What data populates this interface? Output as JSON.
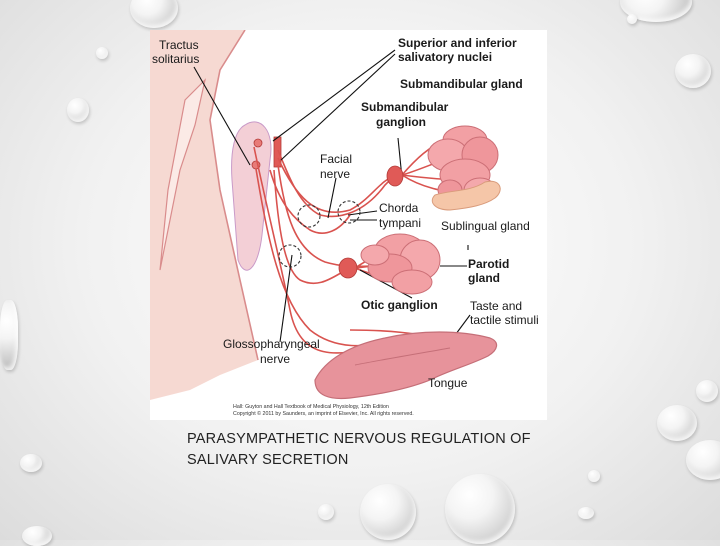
{
  "caption": "PARASYMPATHETIC NERVOUS REGULATION OF SALIVARY SECRETION",
  "labels": {
    "tractus_line1": "Tractus",
    "tractus_line2": "solitarius",
    "nuclei_line1": "Superior and inferior",
    "nuclei_line2": "salivatory nuclei",
    "submandibular_gland": "Submandibular gland",
    "submandibular_ganglion_line1": "Submandibular",
    "submandibular_ganglion_line2": "ganglion",
    "facial_line1": "Facial",
    "facial_line2": "nerve",
    "chorda_line1": "Chorda",
    "chorda_line2": "tympani",
    "sublingual_gland": "Sublingual gland",
    "parotid_line1": "Parotid",
    "parotid_line2": "gland",
    "otic_ganglion": "Otic ganglion",
    "taste_line1": "Taste and",
    "taste_line2": "tactile stimuli",
    "glosso_line1": "Glossopharyngeal",
    "glosso_line2": "nerve",
    "tongue": "Tongue"
  },
  "credit": {
    "line1": "Hall: Guyton and Hall Textbook of Medical Physiology, 12th Edition",
    "line2": "Copyright © 2011 by Saunders, an imprint of Elsevier, Inc. All rights reserved."
  },
  "colors": {
    "nerve": "#d9534f",
    "brainstem": "#f6d9d2",
    "gland": "#f2a0a4",
    "sublingual": "#f5c6a8",
    "tongue": "#e7939b"
  }
}
